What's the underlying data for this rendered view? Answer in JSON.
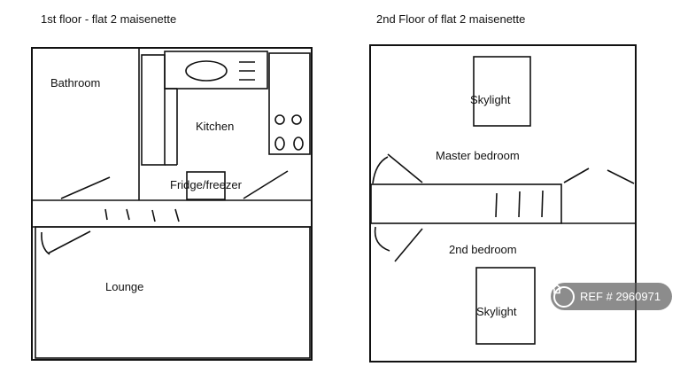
{
  "floors": [
    {
      "title": "1st floor - flat 2 maisenette",
      "rooms": {
        "bathroom": "Bathroom",
        "kitchen": "Kitchen",
        "fridge": "Fridge/freezer",
        "lounge": "Lounge"
      }
    },
    {
      "title": "2nd Floor of flat 2 maisenette",
      "rooms": {
        "skylight_top": "Skylight",
        "master_bedroom": "Master bedroom",
        "second_bedroom": "2nd bedroom",
        "skylight_bottom": "Skylight"
      }
    }
  ],
  "watermark": {
    "icon": "home-icon",
    "text": "REF # 2960971"
  }
}
